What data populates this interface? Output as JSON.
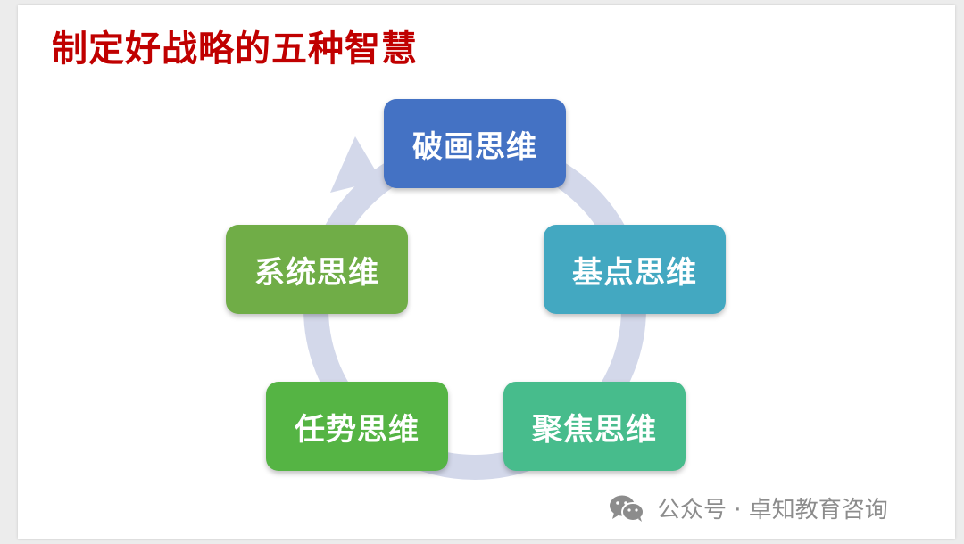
{
  "title": "制定好战略的五种智慧",
  "nodes": [
    {
      "label": "破画思维",
      "color": "#4472c4"
    },
    {
      "label": "基点思维",
      "color": "#43a8c1"
    },
    {
      "label": "聚焦思维",
      "color": "#47bc8c"
    },
    {
      "label": "任势思维",
      "color": "#55b444"
    },
    {
      "label": "系统思维",
      "color": "#70ad47"
    }
  ],
  "cycle_color": "#d3d8ea",
  "watermark": {
    "icon": "wechat-icon",
    "text": "公众号 · 卓知教育咨询"
  }
}
